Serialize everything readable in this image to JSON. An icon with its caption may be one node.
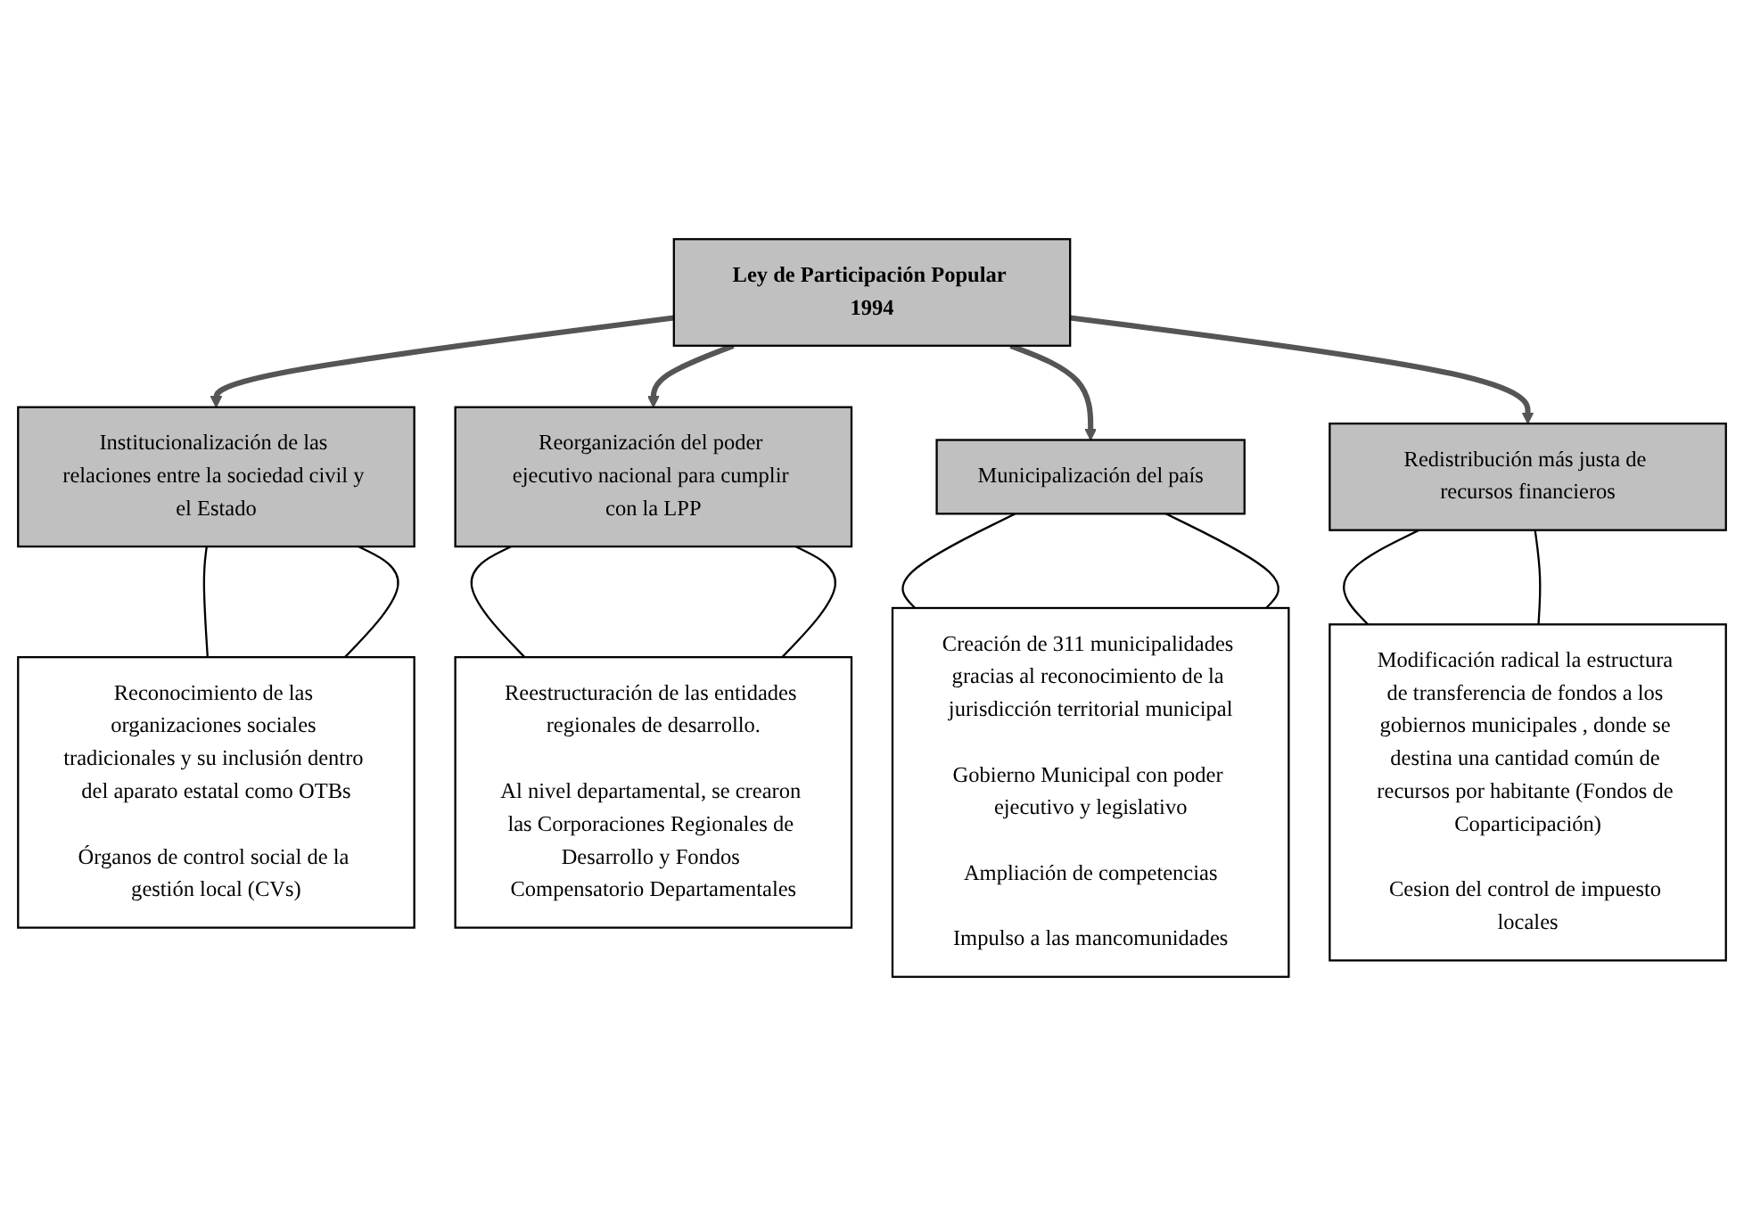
{
  "diagram": {
    "nodes": [
      {
        "text": [
          "Ley de Participación Popular 1994"
        ]
      },
      {
        "text": [
          "Reestructuración de las entidades regionales de desarrollo.",
          "Al nivel departamental, se crearon las Corporaciones Regionales de Desarrollo y Fondos Compensatorio Departamentales"
        ]
      },
      {
        "text": [
          "Institucionalización de las relaciones entre la sociedad civil y el Estado"
        ]
      },
      {
        "text": [
          "Reconocimiento de las organizaciones sociales tradicionales y su inclusión dentro del aparato estatal como OTBs",
          "Órganos de control social de la gestión local (CVs)"
        ]
      },
      {
        "text": [
          "Reorganización del poder ejecutivo nacional para cumplir con la LPP"
        ]
      },
      {
        "text": [
          "Municipalización del país"
        ]
      },
      {
        "text": [
          "Modificación radical la estructura de transferencia de fondos a los gobiernos municipales , donde se destina una cantidad común de recursos por habitante (Fondos de Coparticipación)",
          "Cesion del control de impuesto locales"
        ]
      },
      {
        "text": [
          "Redistribución más justa de recursos financieros"
        ]
      },
      {
        "text": [
          "Creación de 311 municipalidades gracias al reconocimiento de la jurisdicción territorial municipal",
          "Gobierno Municipal con poder ejecutivo y legislativo",
          "Ampliación de competencias",
          "Impulso a las mancomunidades"
        ]
      }
    ],
    "edges": [
      {
        "from": 0,
        "to": 2,
        "arrow": "to",
        "style": "thick"
      },
      {
        "from": 0,
        "to": 4,
        "arrow": "to",
        "style": "thick"
      },
      {
        "from": 0,
        "to": 5,
        "arrow": "to",
        "style": "thick"
      },
      {
        "from": 0,
        "to": 7,
        "arrow": "to",
        "style": "thick"
      },
      {
        "from": 4,
        "to": 1,
        "arrow": "none"
      },
      {
        "from": 4,
        "to": 1,
        "arrow": "none"
      },
      {
        "from": 2,
        "to": 3,
        "arrow": "none"
      },
      {
        "from": 2,
        "to": 3,
        "arrow": "none"
      },
      {
        "from": 5,
        "to": 8,
        "arrow": "none"
      },
      {
        "from": 5,
        "to": 8,
        "arrow": "none"
      },
      {
        "from": 7,
        "to": 6,
        "arrow": "none"
      },
      {
        "from": 7,
        "to": 6,
        "arrow": "none"
      }
    ]
  }
}
